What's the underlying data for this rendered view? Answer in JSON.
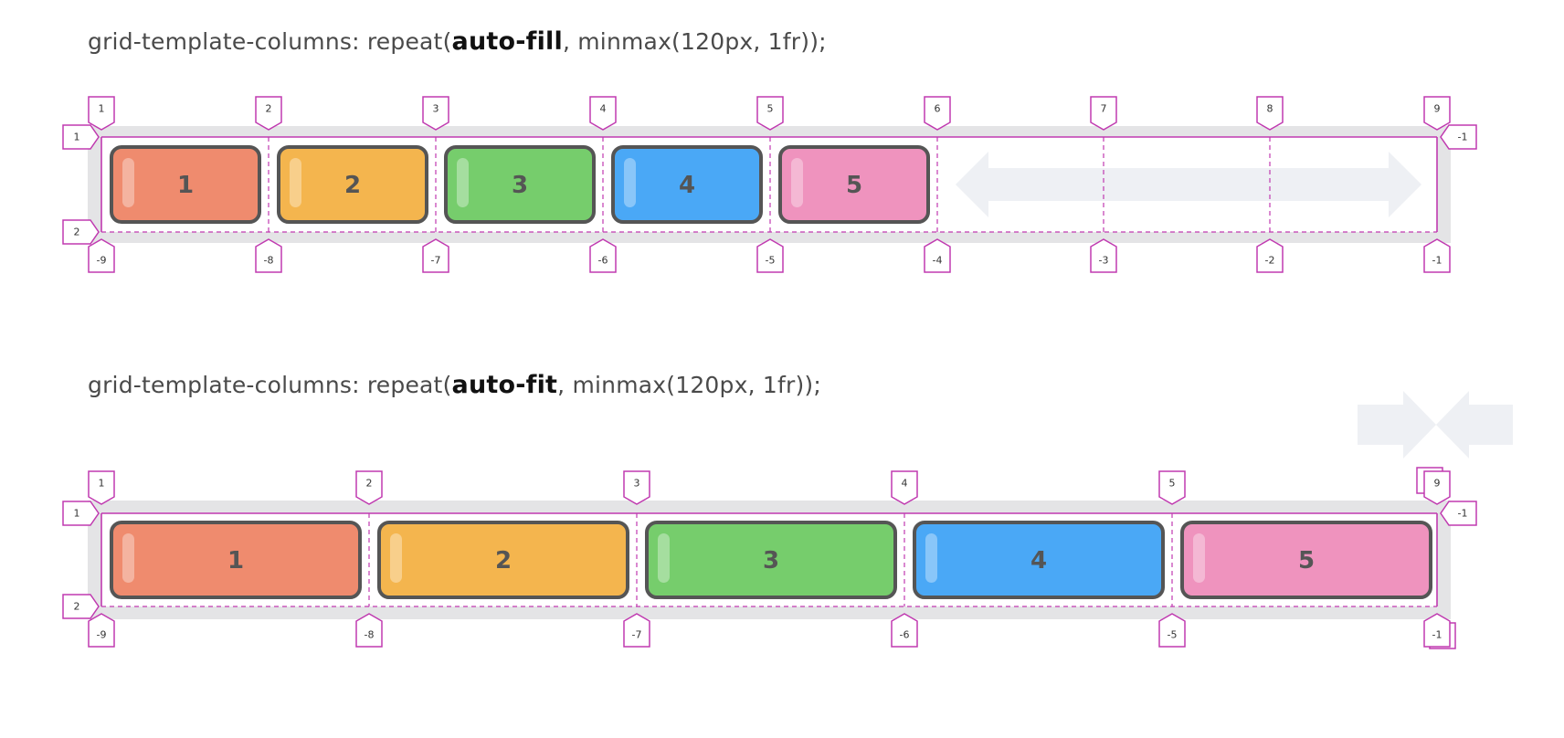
{
  "sections": [
    {
      "heading": {
        "prefix": "grid-template-columns: repeat(",
        "keyword": "auto-fill",
        "suffix": ", minmax(120px, 1fr));"
      },
      "column_lines_positive": [
        "1",
        "2",
        "3",
        "4",
        "5",
        "6",
        "7",
        "8",
        "9"
      ],
      "column_lines_negative": [
        "-9",
        "-8",
        "-7",
        "-6",
        "-5",
        "-4",
        "-3",
        "-2",
        "-1"
      ],
      "row_lines_positive": [
        "1",
        "2"
      ],
      "row_line_negative": "-1",
      "items": [
        "1",
        "2",
        "3",
        "4",
        "5"
      ],
      "empty_tracks_indicator": "expand-arrow-icon"
    },
    {
      "heading": {
        "prefix": "grid-template-columns: repeat(",
        "keyword": "auto-fit",
        "suffix": ", minmax(120px, 1fr));"
      },
      "column_lines_positive": [
        "1",
        "2",
        "3",
        "4",
        "5",
        "9"
      ],
      "column_lines_negative": [
        "-9",
        "-8",
        "-7",
        "-6",
        "-5",
        "-1"
      ],
      "row_lines_positive": [
        "1",
        "2"
      ],
      "row_line_negative": "-1",
      "items": [
        "1",
        "2",
        "3",
        "4",
        "5"
      ],
      "collapsed_tracks_indicator": "collapse-arrows-icon"
    }
  ],
  "colors": {
    "item_fills": [
      "#ef8b6e",
      "#f4b54e",
      "#76cd6c",
      "#4aa8f6",
      "#ef93be"
    ],
    "item_border": "#555555",
    "line_marker": "#c03ab0",
    "track_background": "#e4e4e6",
    "arrow": "#eef0f4"
  }
}
